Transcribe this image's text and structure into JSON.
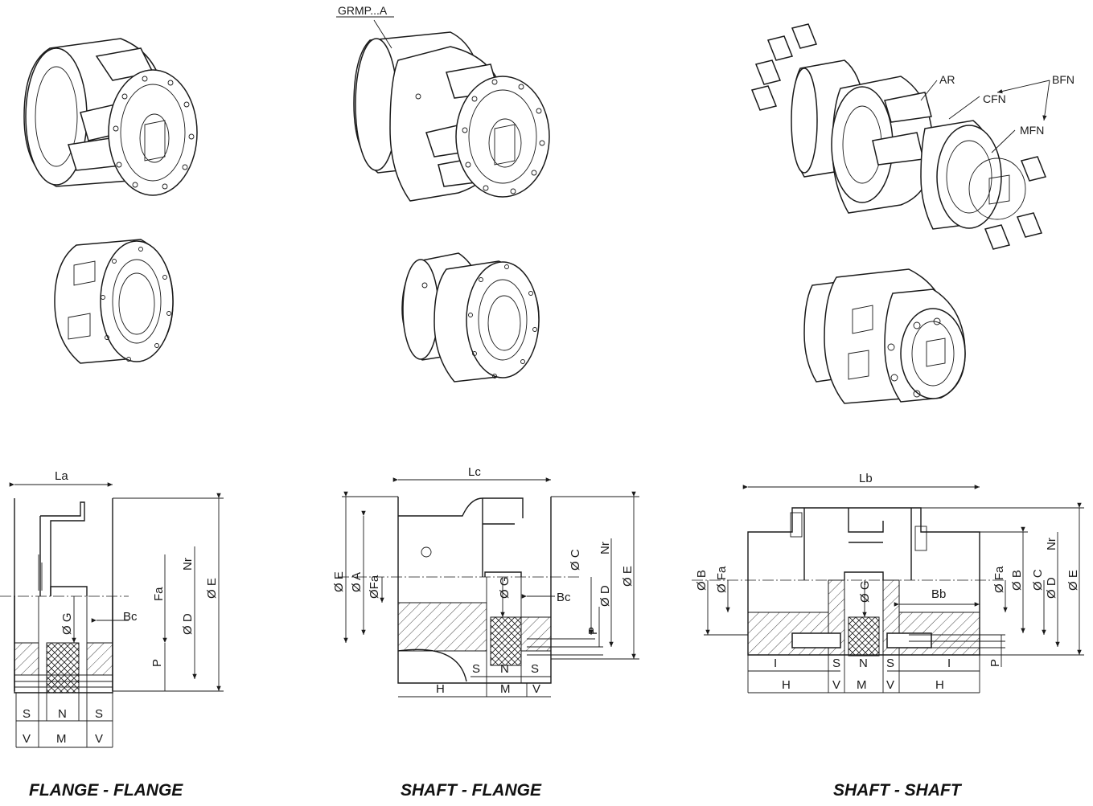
{
  "captions": {
    "left": "FLANGE - FLANGE",
    "middle": "SHAFT - FLANGE",
    "right": "SHAFT - SHAFT"
  },
  "callouts": {
    "grmp": "GRMP...A",
    "ar": "AR",
    "bfn": "BFN",
    "cfn": "CFN",
    "mfn": "MFN"
  },
  "dims_left": {
    "La": "La",
    "E": "Ø E",
    "Nr": "Nr",
    "Fa": "Fa",
    "D": "Ø D",
    "G": "Ø G",
    "Bc": "Bc",
    "P": "P",
    "S1": "S",
    "N": "N",
    "S2": "S",
    "V1": "V",
    "M": "M",
    "V2": "V"
  },
  "dims_middle": {
    "Lc": "Lc",
    "E1": "Ø E",
    "A": "Ø A",
    "Fa": "ØFa",
    "G": "Ø G",
    "C": "Ø C",
    "Nr": "Nr",
    "Bc": "Bc",
    "D": "Ø D",
    "E2": "Ø E",
    "P": "P",
    "S1": "S",
    "N": "N",
    "S2": "S",
    "H": "H",
    "M": "M",
    "V": "V"
  },
  "dims_right": {
    "Lb": "Lb",
    "B1": "Ø B",
    "Fa1": "Ø Fa",
    "G": "Ø G",
    "Bb": "Bb",
    "Fa2": "Ø Fa",
    "B2": "Ø B",
    "C": "Ø C",
    "Nr": "Nr",
    "D": "Ø D",
    "E": "Ø E",
    "P": "P",
    "I1": "I",
    "S1": "S",
    "N": "N",
    "S2": "S",
    "I2": "I",
    "H1": "H",
    "V1": "V",
    "M": "M",
    "V2": "V",
    "H2": "H"
  }
}
